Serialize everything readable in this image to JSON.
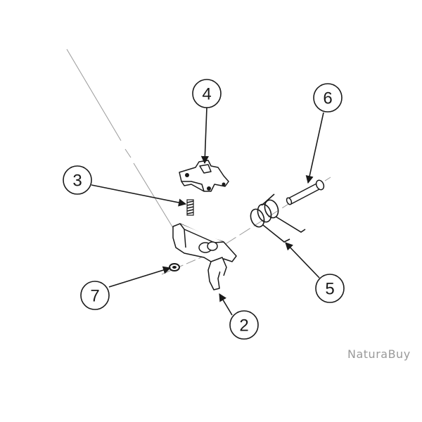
{
  "callouts": [
    {
      "id": "c2",
      "label": "2"
    },
    {
      "id": "c3",
      "label": "3"
    },
    {
      "id": "c4",
      "label": "4"
    },
    {
      "id": "c5",
      "label": "5"
    },
    {
      "id": "c6",
      "label": "6"
    },
    {
      "id": "c7",
      "label": "7"
    }
  ],
  "watermark": "NaturaBuy",
  "colors": {
    "line": "#1a1a1a",
    "axis": "#9a9a9a",
    "watermark": "#9a9a9a"
  },
  "parts": [
    "trigger",
    "trigger-spring",
    "sear-plate",
    "torsion-spring",
    "pin",
    "e-clip"
  ]
}
